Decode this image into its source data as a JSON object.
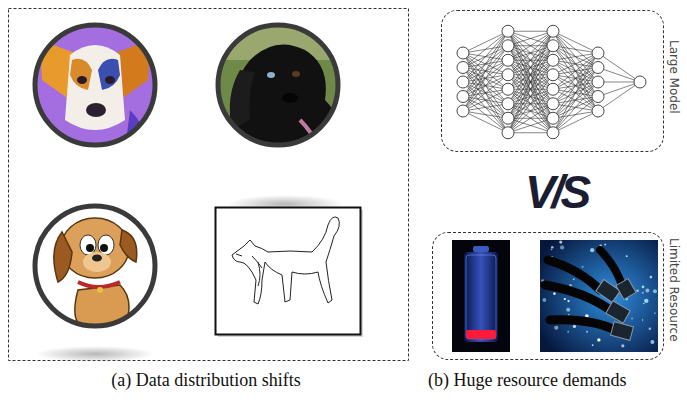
{
  "diagram": {
    "nodes": [
      {
        "text": [
          "Large Model"
        ]
      },
      {
        "text": [
          "Limited Resource"
        ]
      }
    ],
    "labels": [
      "V/S",
      "(a) Data distribution shifts",
      "(b) Huge resource demands"
    ]
  }
}
